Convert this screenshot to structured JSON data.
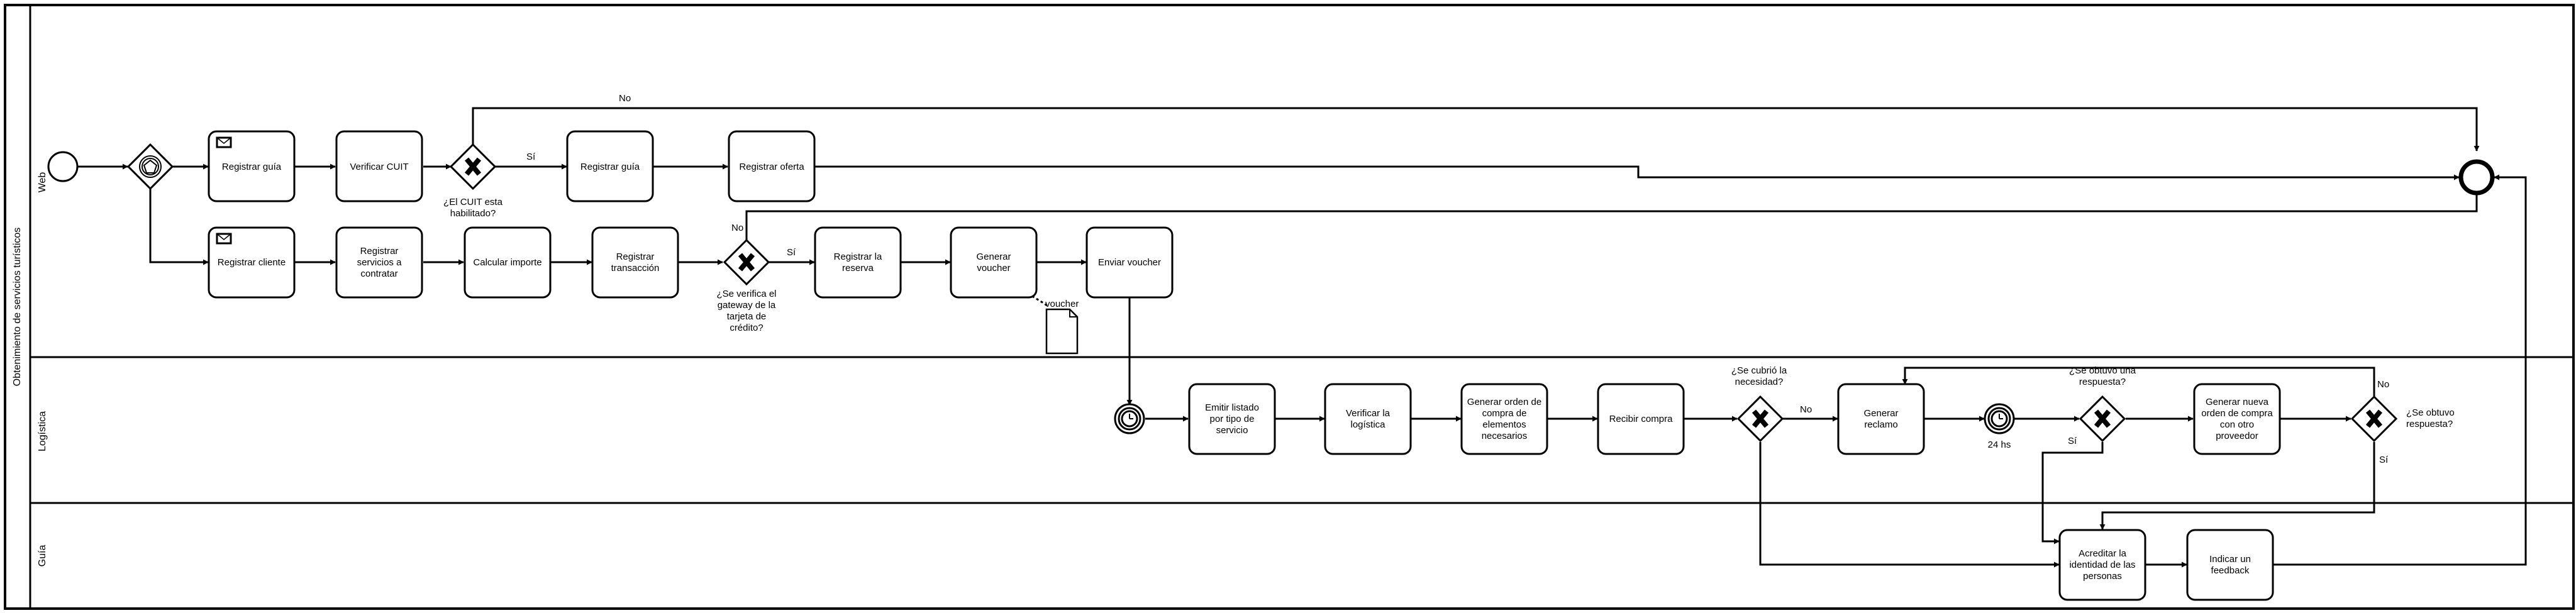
{
  "pool": {
    "label": "Obtenimiento de servicios turísticos"
  },
  "lanes": {
    "web": "Web",
    "logistica": "Logística",
    "guia": "Guía"
  },
  "tasks": {
    "registrar_guia_1": "Registrar guía",
    "verificar_cuit": "Verificar CUIT",
    "registrar_guia_2": "Registrar guía",
    "registrar_oferta": "Registrar oferta",
    "registrar_cliente": "Registrar cliente",
    "registrar_servicios": "Registrar servicios a contratar",
    "calcular_importe": "Calcular importe",
    "registrar_transaccion": "Registrar transacción",
    "registrar_reserva": "Registrar la reserva",
    "generar_voucher": "Generar voucher",
    "enviar_voucher": "Enviar voucher",
    "emitir_listado": "Emitir listado por tipo de servicio",
    "verificar_logistica": "Verificar la logística",
    "generar_orden": "Generar orden de compra de elementos necesarios",
    "recibir_compra": "Recibir compra",
    "generar_reclamo": "Generar reclamo",
    "generar_nueva_orden": "Generar nueva orden de compra con otro proveedor",
    "acreditar_identidad": "Acreditar la identidad de las personas",
    "indicar_feedback": "Indicar un feedback"
  },
  "labels": {
    "cuit_question": "¿El CUIT esta habilitado?",
    "gateway_question": "¿Se verifica el gateway de la tarjeta de crédito?",
    "necesidad_question": "¿Se cubrió la necesidad?",
    "respuesta_question_1": "¿Se obtuvo una respuesta?",
    "respuesta_question_2": "¿Se obtuvo respuesta?",
    "timer_24": "24 hs",
    "voucher_doc": "voucher",
    "no": "No",
    "si": "Sí"
  },
  "colors": {
    "stroke": "#000000",
    "background": "#ffffff"
  }
}
